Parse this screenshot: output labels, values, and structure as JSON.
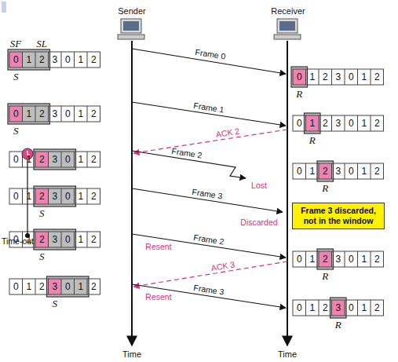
{
  "diagram": {
    "nodes": [
      {
        "text": [
          "Frame 3 discarded, not in the window"
        ]
      }
    ],
    "labels": [
      "Sender",
      "Receiver",
      "SF",
      "SL",
      "0",
      "1",
      "2",
      "3",
      "0",
      "1",
      "2",
      "S",
      "0",
      "1",
      "2",
      "3",
      "0",
      "1",
      "2",
      "S",
      "0",
      "1",
      "2",
      "3",
      "0",
      "1",
      "2",
      "0",
      "1",
      "2",
      "3",
      "0",
      "1",
      "2",
      "S",
      "0",
      "1",
      "2",
      "3",
      "0",
      "1",
      "2",
      "S",
      "0",
      "1",
      "2",
      "3",
      "0",
      "1",
      "2",
      "S",
      "0",
      "1",
      "2",
      "3",
      "0",
      "1",
      "2",
      "R",
      "0",
      "1",
      "2",
      "3",
      "0",
      "1",
      "2",
      "R",
      "0",
      "1",
      "2",
      "3",
      "0",
      "1",
      "2",
      "R",
      "0",
      "1",
      "2",
      "3",
      "0",
      "1",
      "2",
      "R",
      "0",
      "1",
      "2",
      "3",
      "0",
      "1",
      "2",
      "R",
      "Frame 0",
      "Frame 1",
      "ACK 2",
      "Frame 2",
      "Lost",
      "Frame 3",
      "Discarded",
      "Time-out",
      "Frame 2",
      "Resent",
      "ACK 3",
      "Frame 3",
      "Resent",
      "Time",
      "Time"
    ]
  }
}
